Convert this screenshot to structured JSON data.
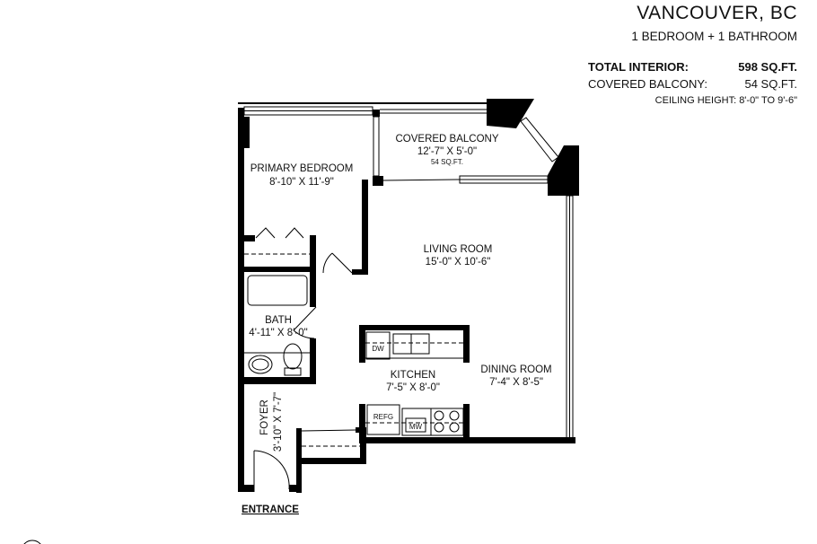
{
  "header": {
    "city": "VANCOUVER, BC",
    "units": "1 BEDROOM + 1 BATHROOM",
    "total_interior_label": "TOTAL INTERIOR:",
    "total_interior_value": "598 SQ.FT.",
    "balcony_label": "COVERED BALCONY:",
    "balcony_value": "54 SQ.FT.",
    "ceiling": "CEILING HEIGHT: 8'-0\" TO 9'-6\""
  },
  "rooms": {
    "bedroom": {
      "name": "PRIMARY BEDROOM",
      "dims": "8'-10\" X 11'-9\""
    },
    "balcony": {
      "name": "COVERED BALCONY",
      "dims": "12'-7\" X 5'-0\"",
      "area": "54 SQ.FT."
    },
    "living": {
      "name": "LIVING ROOM",
      "dims": "15'-0\" X 10'-6\""
    },
    "bath": {
      "name": "BATH",
      "dims": "4'-11\" X 8'-0\""
    },
    "kitchen": {
      "name": "KITCHEN",
      "dims": "7'-5\" X 8'-0\""
    },
    "dining": {
      "name": "DINING ROOM",
      "dims": "7'-4\" X 8'-5\""
    },
    "foyer": {
      "name": "FOYER",
      "dims": "3'-10\" X 7'-7\""
    }
  },
  "fixtures": {
    "dw": "DW",
    "refg": "REFG",
    "mw": "MW"
  },
  "entrance": "ENTRANCE"
}
